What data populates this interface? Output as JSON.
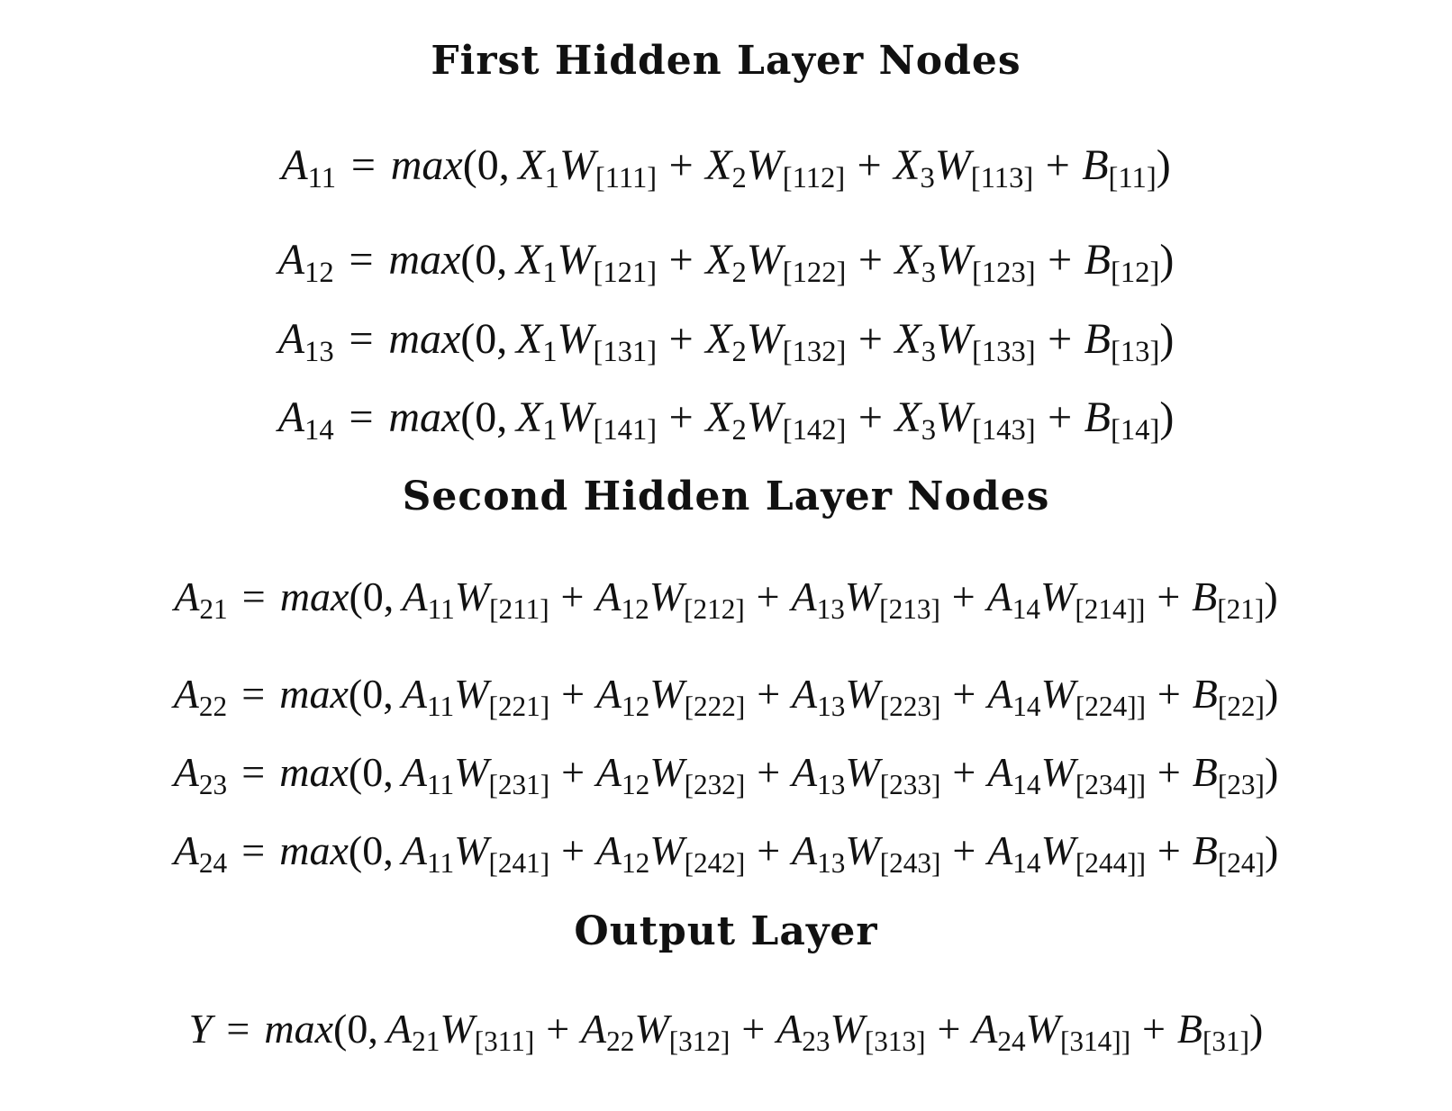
{
  "headings": {
    "first": "First Hidden Layer Nodes",
    "second": "Second Hidden Layer Nodes",
    "output": "Output Layer"
  },
  "common": {
    "equals": "=",
    "plus": "+",
    "fn": "max",
    "open": "(0,",
    "close": ")"
  },
  "first_layer": [
    {
      "lhs": {
        "sym": "A",
        "sub": "11"
      },
      "terms": [
        {
          "a": "X",
          "a_sub": "1",
          "w": "W",
          "w_sub": "[111]"
        },
        {
          "a": "X",
          "a_sub": "2",
          "w": "W",
          "w_sub": "[112]"
        },
        {
          "a": "X",
          "a_sub": "3",
          "w": "W",
          "w_sub": "[113]"
        }
      ],
      "bias": {
        "sym": "B",
        "sub": "[11]"
      }
    },
    {
      "lhs": {
        "sym": "A",
        "sub": "12"
      },
      "terms": [
        {
          "a": "X",
          "a_sub": "1",
          "w": "W",
          "w_sub": "[121]"
        },
        {
          "a": "X",
          "a_sub": "2",
          "w": "W",
          "w_sub": "[122]"
        },
        {
          "a": "X",
          "a_sub": "3",
          "w": "W",
          "w_sub": "[123]"
        }
      ],
      "bias": {
        "sym": "B",
        "sub": "[12]"
      }
    },
    {
      "lhs": {
        "sym": "A",
        "sub": "13"
      },
      "terms": [
        {
          "a": "X",
          "a_sub": "1",
          "w": "W",
          "w_sub": "[131]"
        },
        {
          "a": "X",
          "a_sub": "2",
          "w": "W",
          "w_sub": "[132]"
        },
        {
          "a": "X",
          "a_sub": "3",
          "w": "W",
          "w_sub": "[133]"
        }
      ],
      "bias": {
        "sym": "B",
        "sub": "[13]"
      }
    },
    {
      "lhs": {
        "sym": "A",
        "sub": "14"
      },
      "terms": [
        {
          "a": "X",
          "a_sub": "1",
          "w": "W",
          "w_sub": "[141]"
        },
        {
          "a": "X",
          "a_sub": "2",
          "w": "W",
          "w_sub": "[142]"
        },
        {
          "a": "X",
          "a_sub": "3",
          "w": "W",
          "w_sub": "[143]"
        }
      ],
      "bias": {
        "sym": "B",
        "sub": "[14]"
      }
    }
  ],
  "second_layer": [
    {
      "lhs": {
        "sym": "A",
        "sub": "21"
      },
      "terms": [
        {
          "a": "A",
          "a_sub": "11",
          "w": "W",
          "w_sub": "[211]"
        },
        {
          "a": "A",
          "a_sub": "12",
          "w": "W",
          "w_sub": "[212]"
        },
        {
          "a": "A",
          "a_sub": "13",
          "w": "W",
          "w_sub": "[213]"
        },
        {
          "a": "A",
          "a_sub": "14",
          "w": "W",
          "w_sub": "[214]]"
        }
      ],
      "bias": {
        "sym": "B",
        "sub": "[21]"
      }
    },
    {
      "lhs": {
        "sym": "A",
        "sub": "22"
      },
      "terms": [
        {
          "a": "A",
          "a_sub": "11",
          "w": "W",
          "w_sub": "[221]"
        },
        {
          "a": "A",
          "a_sub": "12",
          "w": "W",
          "w_sub": "[222]"
        },
        {
          "a": "A",
          "a_sub": "13",
          "w": "W",
          "w_sub": "[223]"
        },
        {
          "a": "A",
          "a_sub": "14",
          "w": "W",
          "w_sub": "[224]]"
        }
      ],
      "bias": {
        "sym": "B",
        "sub": "[22]"
      }
    },
    {
      "lhs": {
        "sym": "A",
        "sub": "23"
      },
      "terms": [
        {
          "a": "A",
          "a_sub": "11",
          "w": "W",
          "w_sub": "[231]"
        },
        {
          "a": "A",
          "a_sub": "12",
          "w": "W",
          "w_sub": "[232]"
        },
        {
          "a": "A",
          "a_sub": "13",
          "w": "W",
          "w_sub": "[233]"
        },
        {
          "a": "A",
          "a_sub": "14",
          "w": "W",
          "w_sub": "[234]]"
        }
      ],
      "bias": {
        "sym": "B",
        "sub": "[23]"
      }
    },
    {
      "lhs": {
        "sym": "A",
        "sub": "24"
      },
      "terms": [
        {
          "a": "A",
          "a_sub": "11",
          "w": "W",
          "w_sub": "[241]"
        },
        {
          "a": "A",
          "a_sub": "12",
          "w": "W",
          "w_sub": "[242]"
        },
        {
          "a": "A",
          "a_sub": "13",
          "w": "W",
          "w_sub": "[243]"
        },
        {
          "a": "A",
          "a_sub": "14",
          "w": "W",
          "w_sub": "[244]]"
        }
      ],
      "bias": {
        "sym": "B",
        "sub": "[24]"
      }
    }
  ],
  "output_layer": {
    "lhs": {
      "sym": "Y",
      "sub": ""
    },
    "terms": [
      {
        "a": "A",
        "a_sub": "21",
        "w": "W",
        "w_sub": "[311]"
      },
      {
        "a": "A",
        "a_sub": "22",
        "w": "W",
        "w_sub": "[312]"
      },
      {
        "a": "A",
        "a_sub": "23",
        "w": "W",
        "w_sub": "[313]"
      },
      {
        "a": "A",
        "a_sub": "24",
        "w": "W",
        "w_sub": "[314]]"
      }
    ],
    "bias": {
      "sym": "B",
      "sub": "[31]"
    }
  }
}
